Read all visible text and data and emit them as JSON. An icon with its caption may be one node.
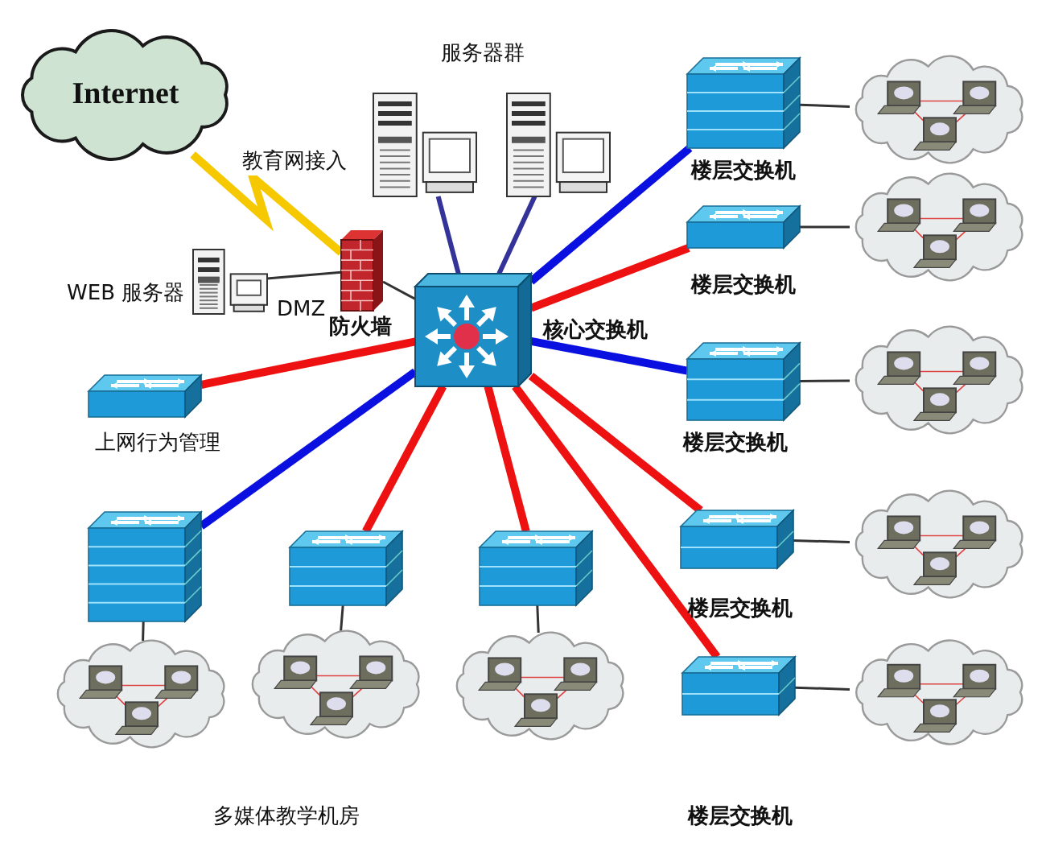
{
  "diagram": {
    "nodes": [
      {
        "text": [
          "Internet"
        ]
      },
      {
        "text": [],
        "shape": "picture"
      },
      {
        "text": [],
        "shape": "picture"
      },
      {
        "text": [],
        "shape": "picture",
        "beside": [
          "WEB 服务器"
        ]
      },
      {
        "text": [],
        "shape": "picture",
        "beside": [
          "防火墙"
        ]
      },
      {
        "text": [],
        "shape": "picture",
        "beside": [
          "核心交换机"
        ]
      },
      {
        "text": [],
        "shape": "picture",
        "beside": [
          "楼层交换机"
        ]
      },
      {
        "text": [],
        "shape": "cloud"
      },
      {
        "text": [],
        "shape": "box",
        "beside": [
          "楼层交换机"
        ]
      },
      {
        "text": [],
        "shape": "cloud"
      },
      {
        "text": [],
        "shape": "box",
        "beside": [
          "上网行为管理"
        ]
      },
      {
        "text": [],
        "shape": "picture",
        "beside": [
          "楼层交换机"
        ]
      },
      {
        "text": [],
        "shape": "cloud"
      },
      {
        "text": [],
        "shape": "picture",
        "beside": [
          "楼层交换机"
        ]
      },
      {
        "text": [],
        "shape": "cloud"
      },
      {
        "text": [],
        "shape": "picture"
      },
      {
        "text": [],
        "shape": "picture"
      },
      {
        "text": [],
        "shape": "picture"
      },
      {
        "text": [],
        "shape": "picture"
      },
      {
        "text": [],
        "shape": "cloud"
      },
      {
        "text": [],
        "shape": "cloud"
      },
      {
        "text": [],
        "shape": "cloud"
      },
      {
        "text": [],
        "shape": "cloud"
      }
    ],
    "edges": [
      {
        "from": 0,
        "to": 4,
        "arrow": "none",
        "label": "教育网接入",
        "color": "#f5c800"
      },
      {
        "from": 3,
        "to": 4,
        "arrow": "none",
        "label": "DMZ"
      },
      {
        "from": 4,
        "to": 5,
        "arrow": "none"
      },
      {
        "from": 1,
        "to": 5,
        "arrow": "none",
        "color": "#333399"
      },
      {
        "from": 2,
        "to": 5,
        "arrow": "none",
        "color": "#333399"
      },
      {
        "from": 5,
        "to": 6,
        "arrow": "none",
        "color": "#0a10e0"
      },
      {
        "from": 5,
        "to": 8,
        "arrow": "none",
        "color": "#ee1111"
      },
      {
        "from": 5,
        "to": 10,
        "arrow": "none",
        "color": "#ee1111"
      },
      {
        "from": 5,
        "to": 11,
        "arrow": "none",
        "color": "#0a10e0"
      },
      {
        "from": 5,
        "to": 13,
        "arrow": "none",
        "color": "#ee1111"
      },
      {
        "from": 5,
        "to": 15,
        "arrow": "none",
        "color": "#0a10e0"
      },
      {
        "from": 5,
        "to": 16,
        "arrow": "none",
        "color": "#ee1111"
      },
      {
        "from": 5,
        "to": 17,
        "arrow": "none",
        "color": "#ee1111"
      },
      {
        "from": 5,
        "to": 18,
        "arrow": "none",
        "color": "#ee1111"
      },
      {
        "from": 6,
        "to": 7,
        "arrow": "none"
      },
      {
        "from": 8,
        "to": 9,
        "arrow": "none"
      },
      {
        "from": 11,
        "to": 12,
        "arrow": "none"
      },
      {
        "from": 13,
        "to": 14,
        "arrow": "none"
      },
      {
        "from": 18,
        "to": 19,
        "arrow": "none"
      },
      {
        "from": 15,
        "to": 20,
        "arrow": "none"
      },
      {
        "from": 16,
        "to": 21,
        "arrow": "none"
      },
      {
        "from": 17,
        "to": 22,
        "arrow": "none"
      }
    ],
    "labels": [
      "服务器群",
      "多媒体教学机房",
      "楼层交换机"
    ]
  }
}
